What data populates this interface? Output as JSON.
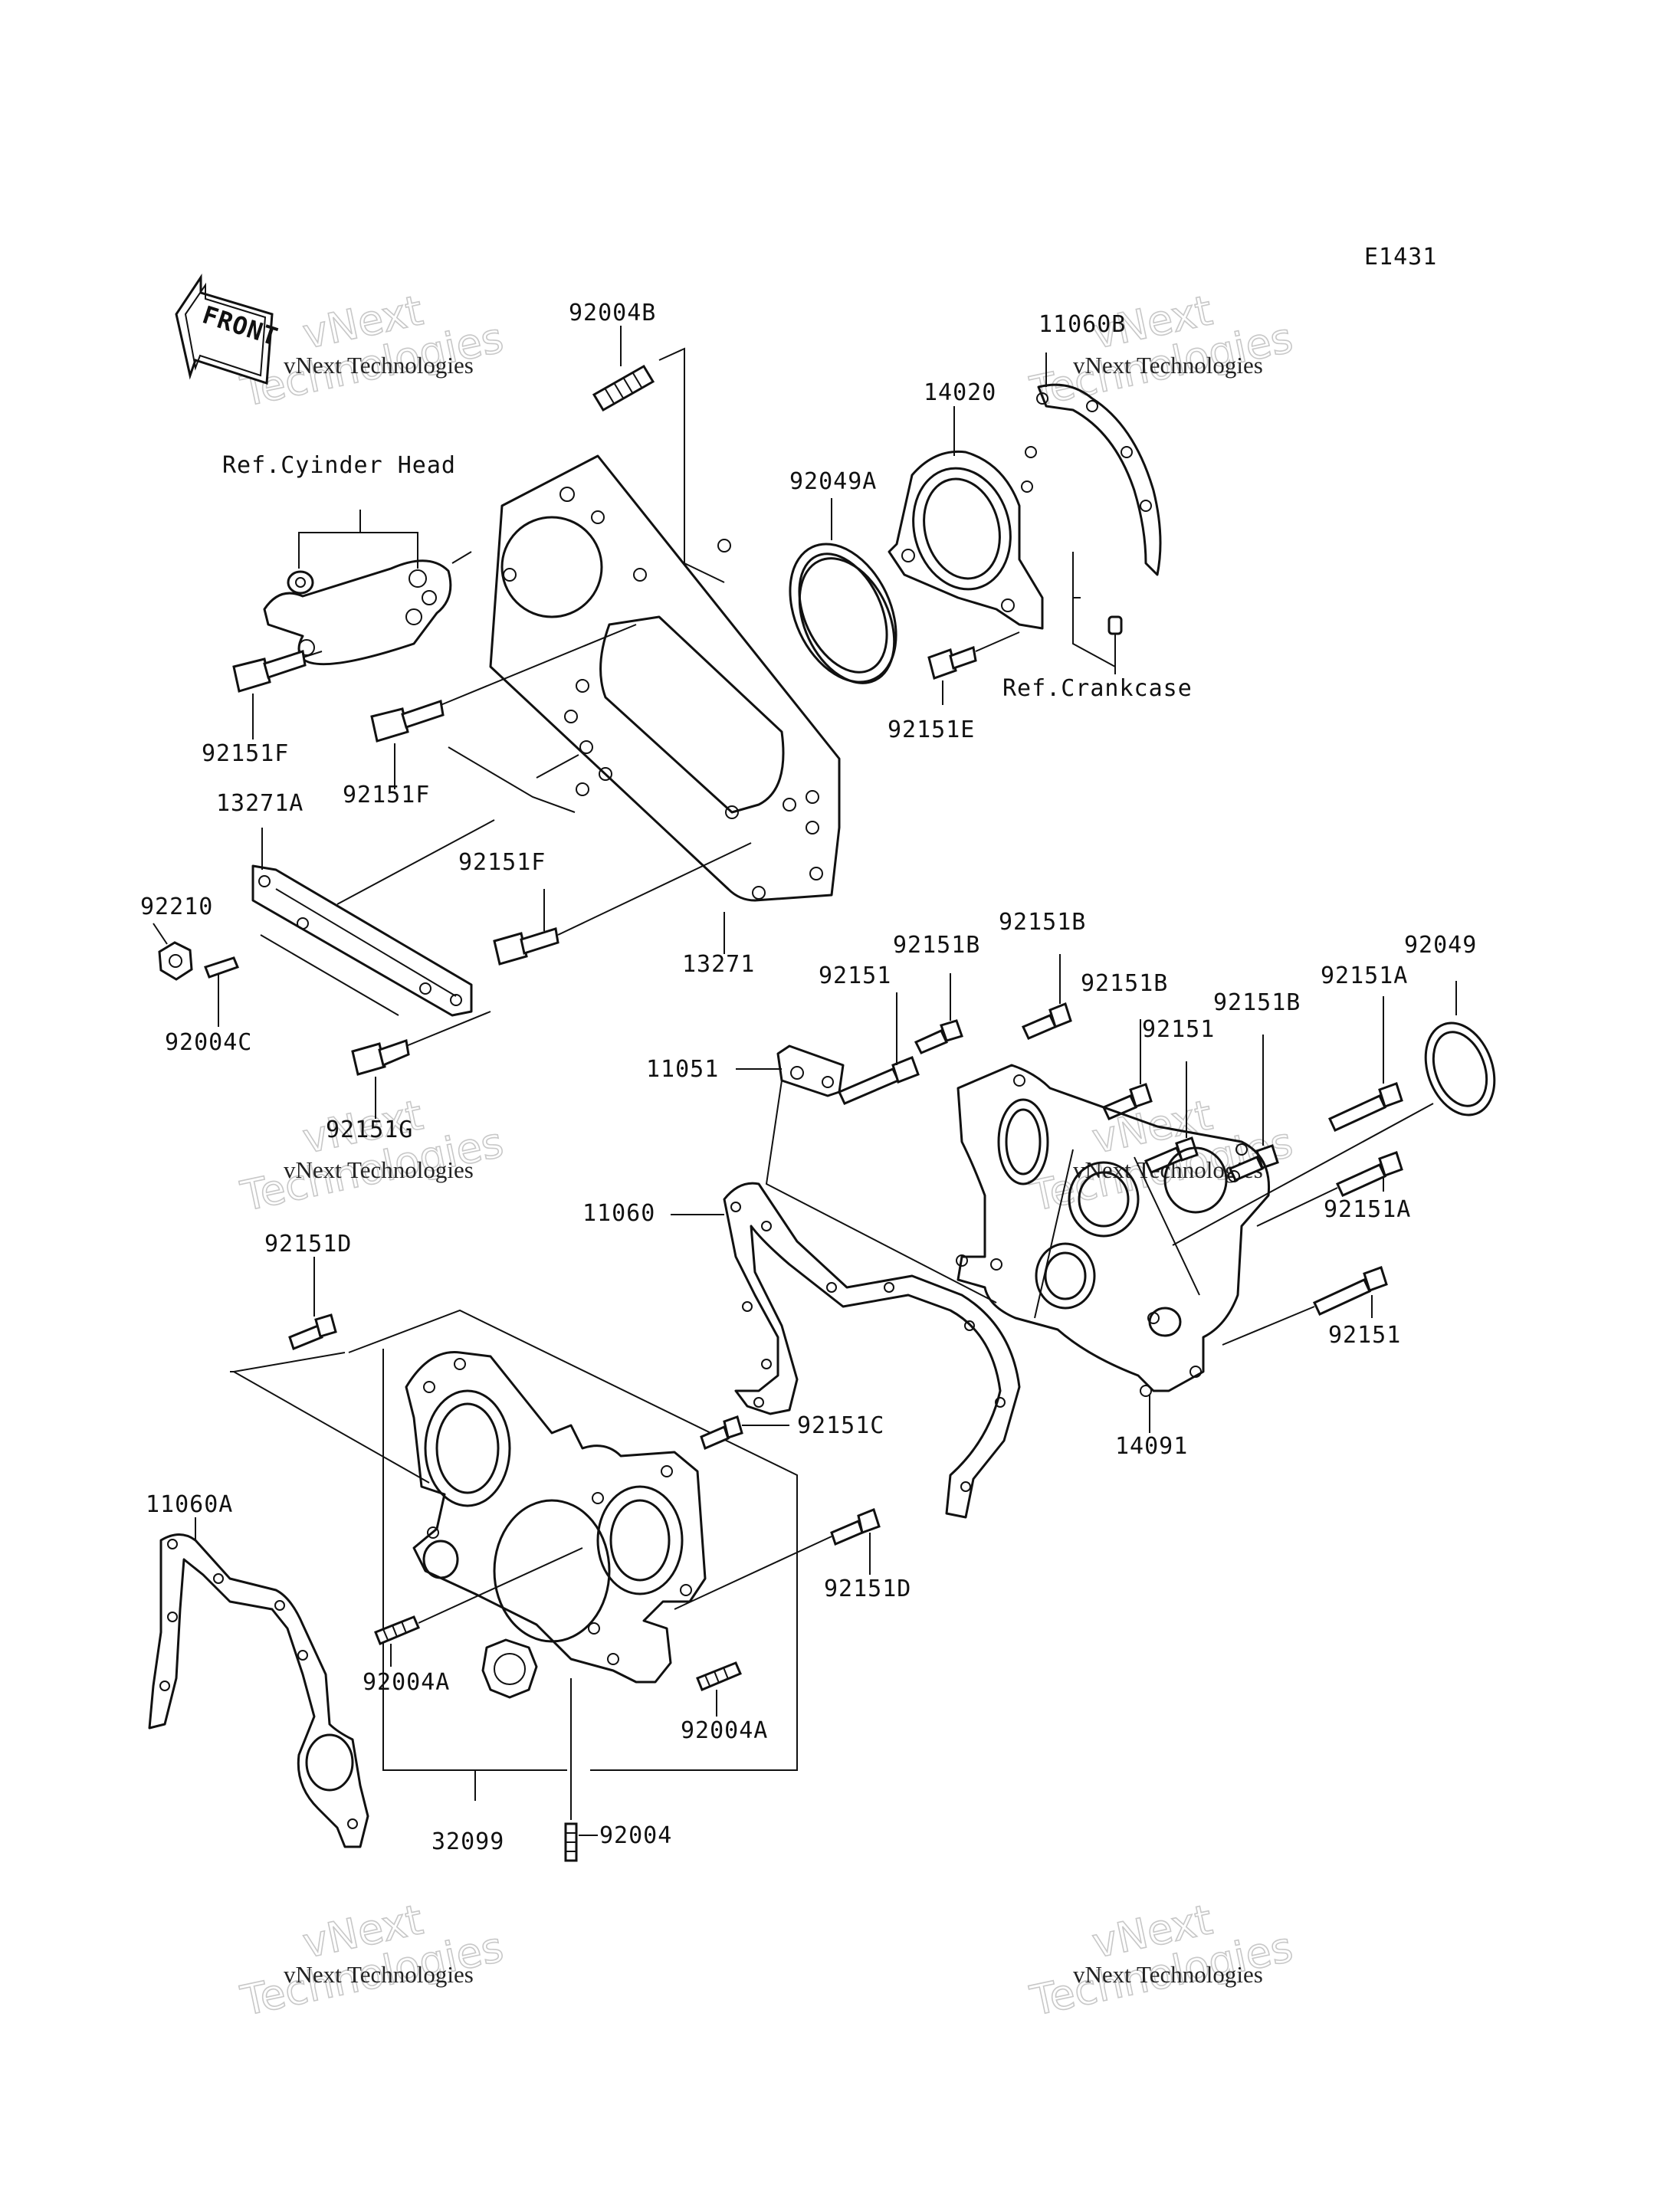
{
  "diagram_code": "E1431",
  "front_label": "FRONT",
  "watermark": {
    "text": "vNext Technologies",
    "big_line1": "vNext",
    "big_line2": "Technologies"
  },
  "labels": {
    "p92004B": "92004B",
    "p11060B": "11060B",
    "p14020": "14020",
    "p92049A": "92049A",
    "ref_cylinder_head": "Ref.Cyinder Head",
    "ref_crankcase": "Ref.Crankcase",
    "p92151F_a": "92151F",
    "p92151F_b": "92151F",
    "p92151F_c": "92151F",
    "p92151E": "92151E",
    "p13271A": "13271A",
    "p92210": "92210",
    "p92004C": "92004C",
    "p13271": "13271",
    "p92151G": "92151G",
    "p92151_a": "92151",
    "p92151B_a": "92151B",
    "p92151B_b": "92151B",
    "p92151B_c": "92151B",
    "p92151B_d": "92151B",
    "p92151_b": "92151",
    "p92151A_a": "92151A",
    "p92049": "92049",
    "p11051": "11051",
    "p92151A_b": "92151A",
    "p11060": "11060",
    "p92151D_a": "92151D",
    "p92151_c": "92151",
    "p92151C": "92151C",
    "p14091": "14091",
    "p11060A": "11060A",
    "p92151D_b": "92151D",
    "p92004A_a": "92004A",
    "p92004A_b": "92004A",
    "p32099": "32099",
    "p92004": "92004"
  }
}
